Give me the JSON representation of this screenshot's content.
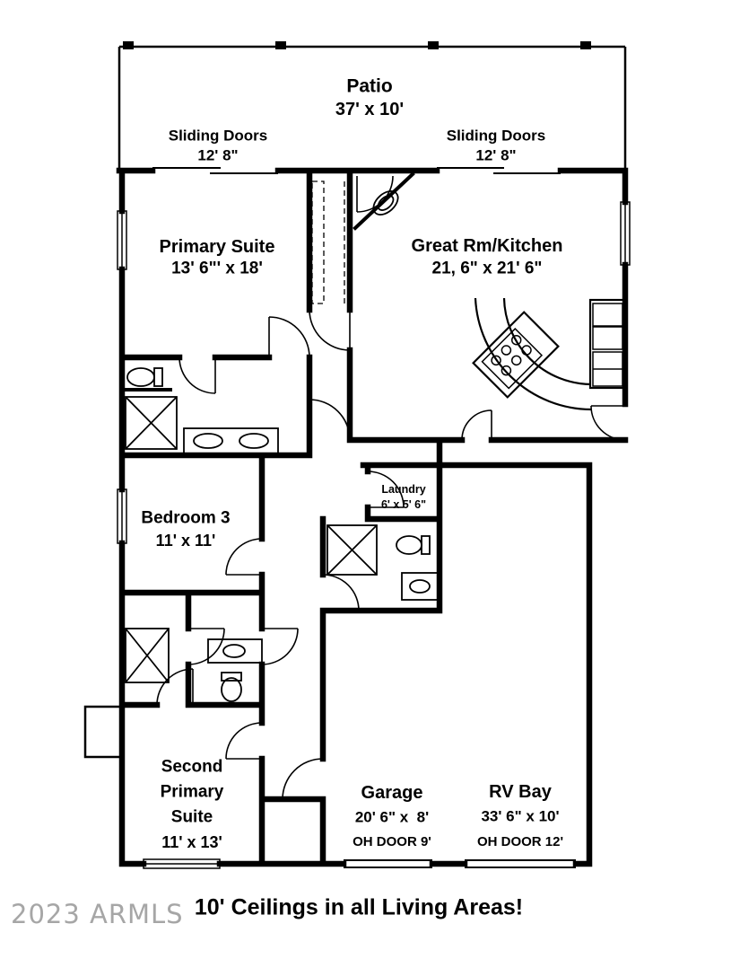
{
  "watermark": "2023 ARMLS",
  "footer": "10' Ceilings in all Living Areas!",
  "labels": {
    "patio": {
      "name": "Patio",
      "dims": "37' x 10'"
    },
    "sliding_left": {
      "name": "Sliding Doors",
      "dims": "12' 8\""
    },
    "sliding_right": {
      "name": "Sliding Doors",
      "dims": "12' 8\""
    },
    "primary_suite": {
      "name": "Primary Suite",
      "dims": "13' 6\"' x 18'"
    },
    "great_room": {
      "name": "Great Rm/Kitchen",
      "dims": "21, 6\" x 21' 6\""
    },
    "bedroom3": {
      "name": "Bedroom 3",
      "dims": "11' x 11'"
    },
    "laundry": {
      "name": "Laundry",
      "dims": "6' x 5' 6\""
    },
    "second_primary": {
      "name1": "Second",
      "name2": "Primary",
      "name3": "Suite",
      "dims": "11' x 13'"
    },
    "garage": {
      "name": "Garage",
      "dims": "20' 6\" x  8'",
      "oh_door": "OH DOOR 9'"
    },
    "rv_bay": {
      "name": "RV Bay",
      "dims": "33' 6\" x 10'",
      "oh_door": "OH DOOR 12'"
    }
  },
  "colors": {
    "wall": "#000000",
    "background": "#ffffff",
    "watermark": "#a6a6a6"
  }
}
